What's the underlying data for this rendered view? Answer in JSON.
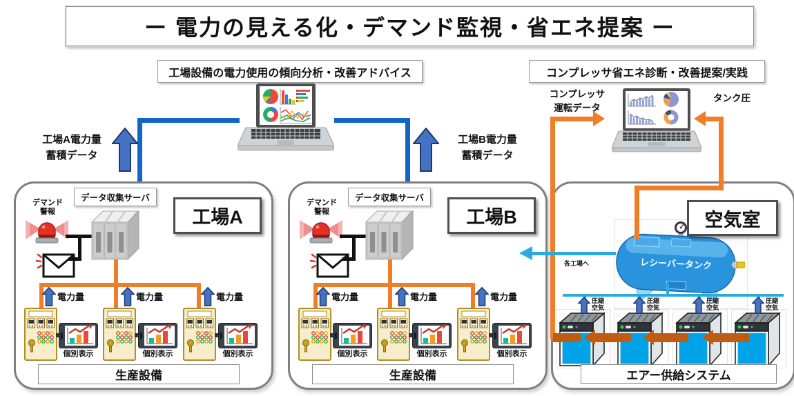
{
  "title": "ー 電力の見える化・デマンド監視・省エネ提案 ー",
  "section_labels": {
    "factory_power": "工場設備の電力使用の傾向分析・改善アドバイス",
    "compressor": "コンプレッサ省エネ診断・改善提案/実践"
  },
  "flow_labels": {
    "factory_a_line1": "工場A電力量",
    "factory_a_line2": "蓄積データ",
    "factory_b_line1": "工場B電力量",
    "factory_b_line2": "蓄積データ",
    "compressor_line1": "コンプレッサ",
    "compressor_line2": "運転データ",
    "tank_pressure": "タンク圧",
    "to_factories": "各工場へ"
  },
  "factories": [
    {
      "name": "工場A",
      "server": "データ収集サーバ",
      "alarm_line1": "デマンド",
      "alarm_line2": "警報",
      "power": "電力量",
      "display": "個別表示",
      "footer": "生産設備"
    },
    {
      "name": "工場B",
      "server": "データ収集サーバ",
      "alarm_line1": "デマンド",
      "alarm_line2": "警報",
      "power": "電力量",
      "display": "個別表示",
      "footer": "生産設備"
    }
  ],
  "air_room": {
    "name": "空気室",
    "tank": "レシーバータンク",
    "compressed_air_line1": "圧縮",
    "compressed_air_line2": "空気",
    "footer": "エアー供給システム"
  },
  "colors": {
    "connector_blue": "#1266c4",
    "arrow_blue": "#4472c4",
    "orange": "#f07d28",
    "flow_brown": "#c05c12",
    "air_blue": "#29abe2",
    "compressor_blue": "#00a3e8",
    "alarm_red": "#e33225",
    "panel_cream": "#f6eecb",
    "box_border_gray": "#7f7f7f"
  }
}
